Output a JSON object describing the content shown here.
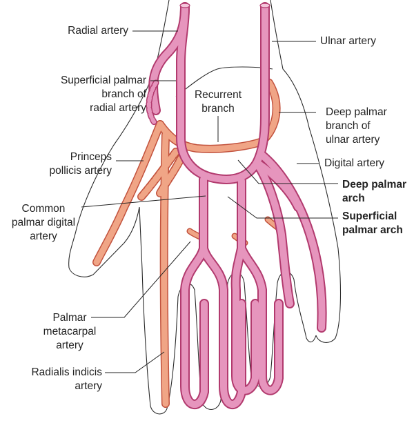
{
  "labels": {
    "radial_artery": "Radial artery",
    "ulnar_artery": "Ulnar artery",
    "superficial_palmar_branch": [
      "Superficial palmar",
      "branch of",
      "radial artery"
    ],
    "recurrent_branch": [
      "Recurrent",
      "branch"
    ],
    "deep_palmar_branch": [
      "Deep palmar",
      "branch of",
      "ulnar artery"
    ],
    "princeps_pollicis": [
      "Princeps",
      "pollicis artery"
    ],
    "digital_artery": "Digital artery",
    "deep_palmar_arch": [
      "Deep palmar",
      "arch"
    ],
    "common_palmar_digital": [
      "Common",
      "palmar digital",
      "artery"
    ],
    "superficial_palmar_arch": [
      "Superficial",
      "palmar arch"
    ],
    "palmar_metacarpal": [
      "Palmar",
      "metacarpal",
      "artery"
    ],
    "radialis_indicis": [
      "Radialis indicis",
      "artery"
    ]
  },
  "colors": {
    "superficial_system": "#e695bd",
    "deep_system": "#f0a586",
    "vessel_outline": "#b23a6e",
    "deep_outline": "#c2523d",
    "hand_outline": "#2a2a2a",
    "leader_line": "#222222"
  }
}
